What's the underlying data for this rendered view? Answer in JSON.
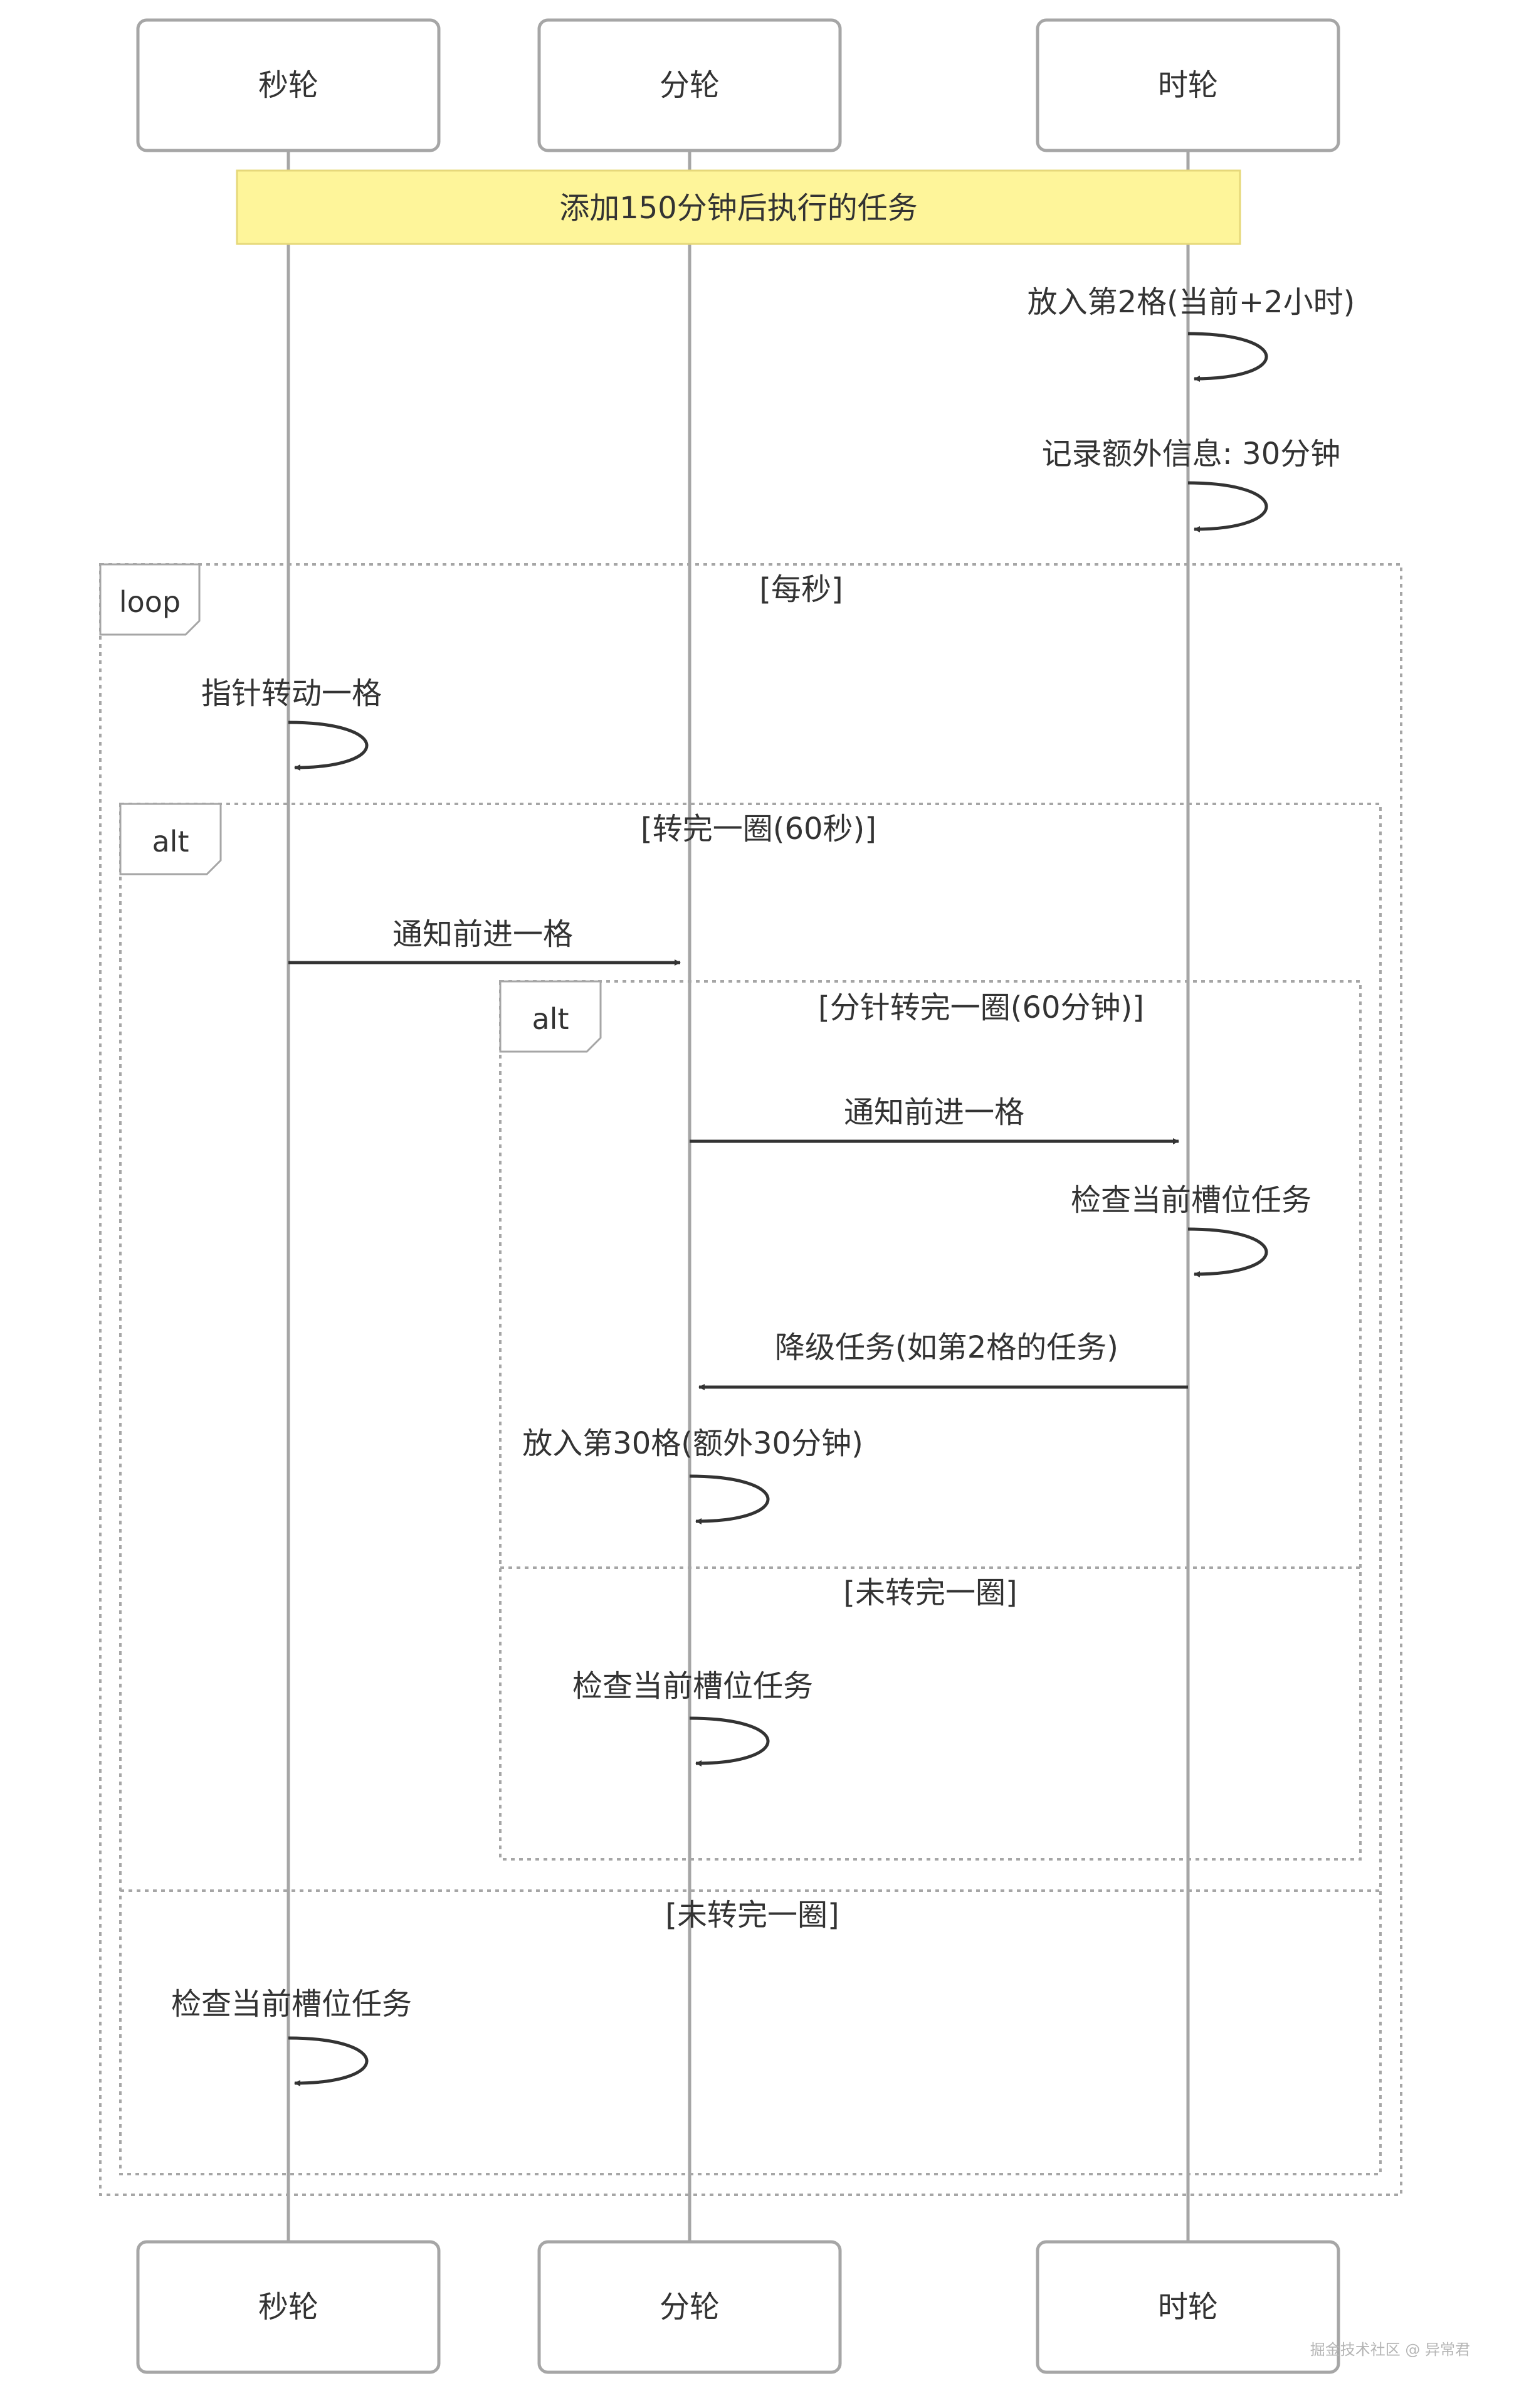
{
  "participants": {
    "sec": "秒轮",
    "min": "分轮",
    "hour": "时轮"
  },
  "note": "添加150分钟后执行的任务",
  "messages": {
    "m1": "放入第2格(当前+2小时)",
    "m2": "记录额外信息: 30分钟",
    "m3": "指针转动一格",
    "m4": "通知前进一格",
    "m5": "通知前进一格",
    "m6": "检查当前槽位任务",
    "m7": "降级任务(如第2格的任务)",
    "m8": "放入第30格(额外30分钟)",
    "m9": "检查当前槽位任务",
    "m10": "检查当前槽位任务"
  },
  "frames": {
    "loop": {
      "kind": "loop",
      "condition": "[每秒]"
    },
    "alt_outer": {
      "kind": "alt",
      "condition": "[转完一圈(60秒)]",
      "else_condition": "[未转完一圈]"
    },
    "alt_inner": {
      "kind": "alt",
      "condition": "[分针转完一圈(60分钟)]",
      "else_condition": "[未转完一圈]"
    }
  },
  "watermark": "掘金技术社区 @ 异常君"
}
